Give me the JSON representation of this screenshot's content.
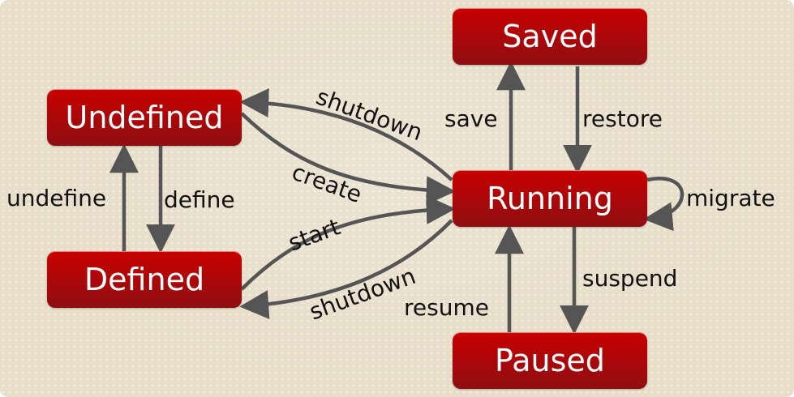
{
  "states": {
    "saved": "Saved",
    "undefined": "Undefined",
    "running": "Running",
    "defined": "Defined",
    "paused": "Paused"
  },
  "transitions": {
    "save": "save",
    "restore": "restore",
    "shutdown_undefined": "shutdown",
    "create": "create",
    "migrate": "migrate",
    "undefine": "undefine",
    "define": "define",
    "start": "start",
    "shutdown_defined": "shutdown",
    "suspend": "suspend",
    "resume": "resume"
  },
  "colors": {
    "state_fill_top": "#c80000",
    "state_fill_bottom": "#8f0e12",
    "edge": "#555555",
    "background": "#e7ddc8"
  }
}
